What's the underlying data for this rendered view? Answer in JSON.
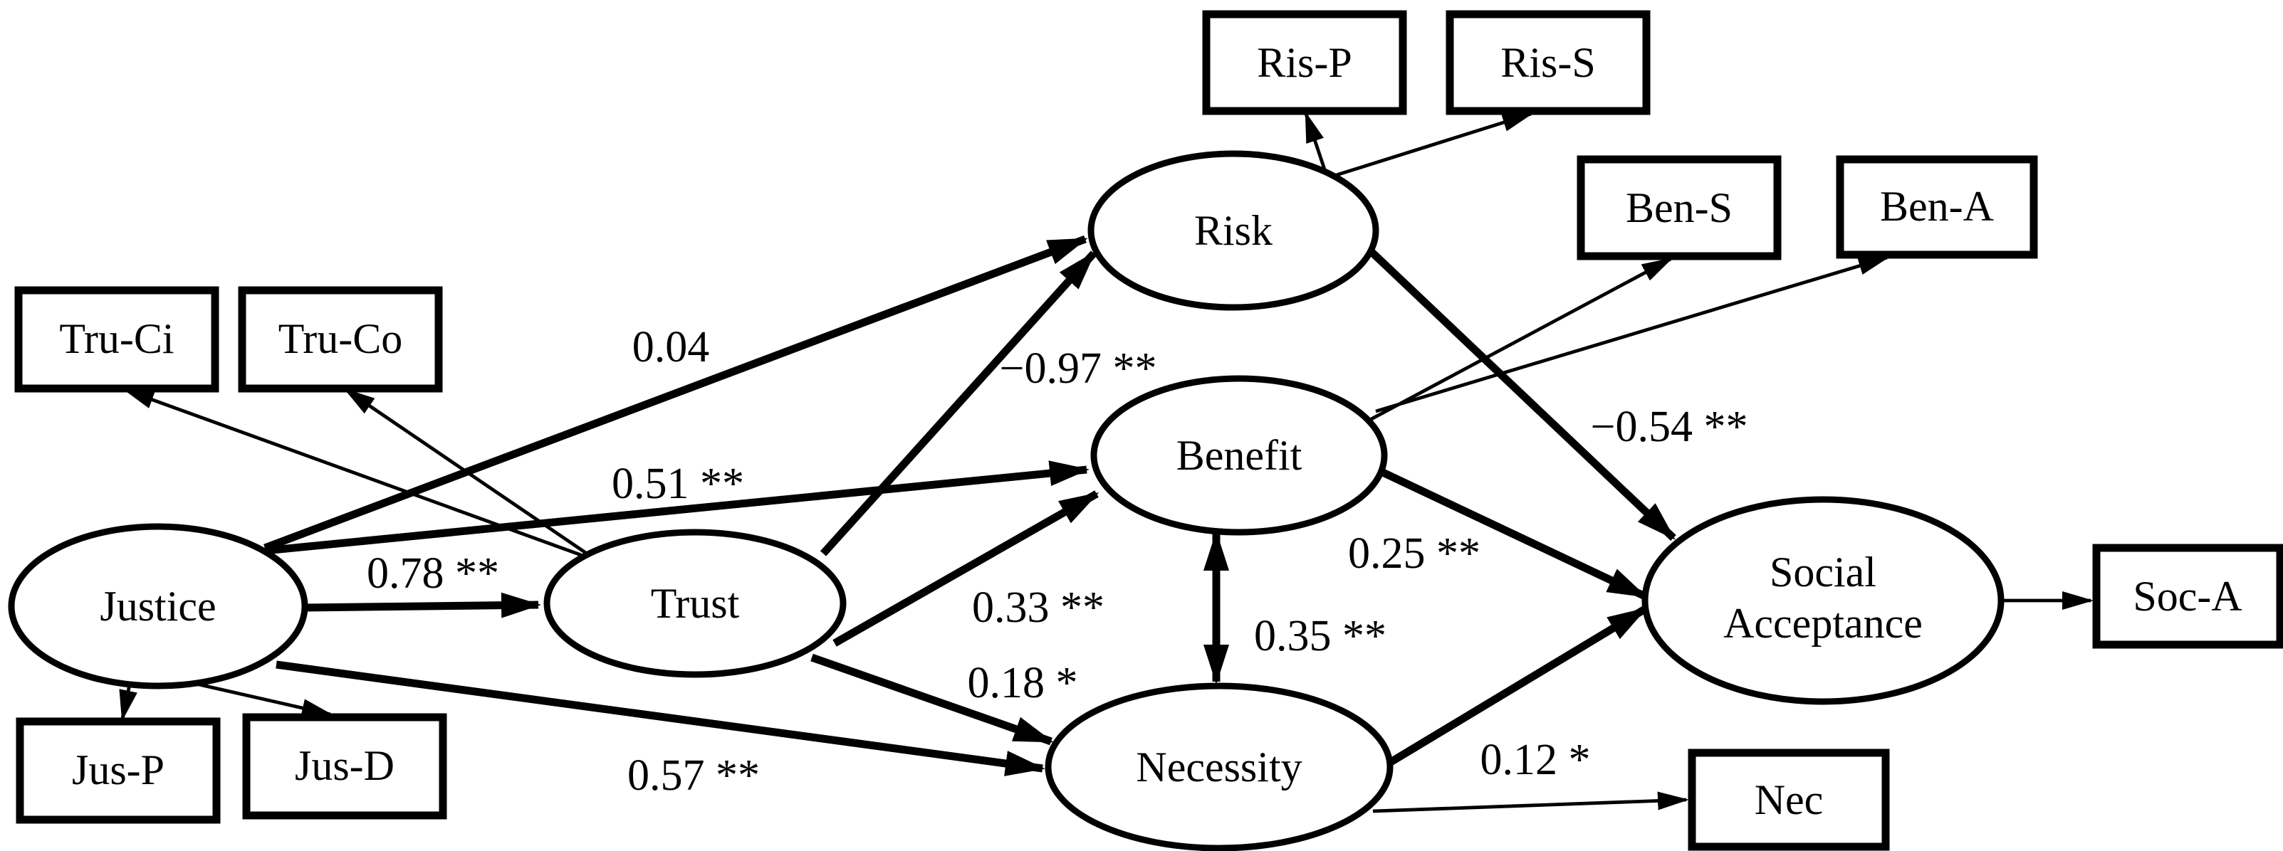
{
  "diagram": {
    "type": "sem-path-diagram",
    "colors": {
      "ink": "#000000",
      "background": "#ffffff"
    },
    "latent_nodes": [
      {
        "id": "justice",
        "label": "Justice"
      },
      {
        "id": "trust",
        "label": "Trust"
      },
      {
        "id": "risk",
        "label": "Risk"
      },
      {
        "id": "benefit",
        "label": "Benefit"
      },
      {
        "id": "necessity",
        "label": "Necessity"
      },
      {
        "id": "social_acceptance",
        "label": "Social Acceptance",
        "label_line1": "Social",
        "label_line2": "Acceptance"
      }
    ],
    "observed_nodes": [
      {
        "id": "tru_ci",
        "label": "Tru-Ci",
        "indicator_of": "Trust"
      },
      {
        "id": "tru_co",
        "label": "Tru-Co",
        "indicator_of": "Trust"
      },
      {
        "id": "jus_p",
        "label": "Jus-P",
        "indicator_of": "Justice"
      },
      {
        "id": "jus_d",
        "label": "Jus-D",
        "indicator_of": "Justice"
      },
      {
        "id": "ris_p",
        "label": "Ris-P",
        "indicator_of": "Risk"
      },
      {
        "id": "ris_s",
        "label": "Ris-S",
        "indicator_of": "Risk"
      },
      {
        "id": "ben_s",
        "label": "Ben-S",
        "indicator_of": "Benefit"
      },
      {
        "id": "ben_a",
        "label": "Ben-A",
        "indicator_of": "Benefit"
      },
      {
        "id": "soc_a",
        "label": "Soc-A",
        "indicator_of": "Social Acceptance"
      },
      {
        "id": "nec",
        "label": "Nec",
        "indicator_of": "Necessity"
      }
    ],
    "paths": [
      {
        "from": "Justice",
        "to": "Trust",
        "label": "0.78 **",
        "value": 0.78,
        "significance": "**"
      },
      {
        "from": "Justice",
        "to": "Risk",
        "label": "0.04",
        "value": 0.04,
        "significance": ""
      },
      {
        "from": "Justice",
        "to": "Benefit",
        "label": "0.51 **",
        "value": 0.51,
        "significance": "**"
      },
      {
        "from": "Justice",
        "to": "Necessity",
        "label": "0.57 **",
        "value": 0.57,
        "significance": "**"
      },
      {
        "from": "Trust",
        "to": "Risk",
        "label": "−0.97 **",
        "value": -0.97,
        "significance": "**"
      },
      {
        "from": "Trust",
        "to": "Benefit",
        "label": "0.33 **",
        "value": 0.33,
        "significance": "**"
      },
      {
        "from": "Trust",
        "to": "Necessity",
        "label": "0.18 *",
        "value": 0.18,
        "significance": "*"
      },
      {
        "from": "Risk",
        "to": "Social Acceptance",
        "label": "−0.54 **",
        "value": -0.54,
        "significance": "**"
      },
      {
        "from": "Benefit",
        "to": "Social Acceptance",
        "label": "0.25 **",
        "value": 0.25,
        "significance": "**"
      },
      {
        "from": "Necessity",
        "to": "Social Acceptance",
        "label": "0.12 *",
        "value": 0.12,
        "significance": "*"
      }
    ],
    "covariance": {
      "between": [
        "Benefit",
        "Necessity"
      ],
      "label": "0.35 **",
      "value": 0.35,
      "significance": "**"
    }
  }
}
